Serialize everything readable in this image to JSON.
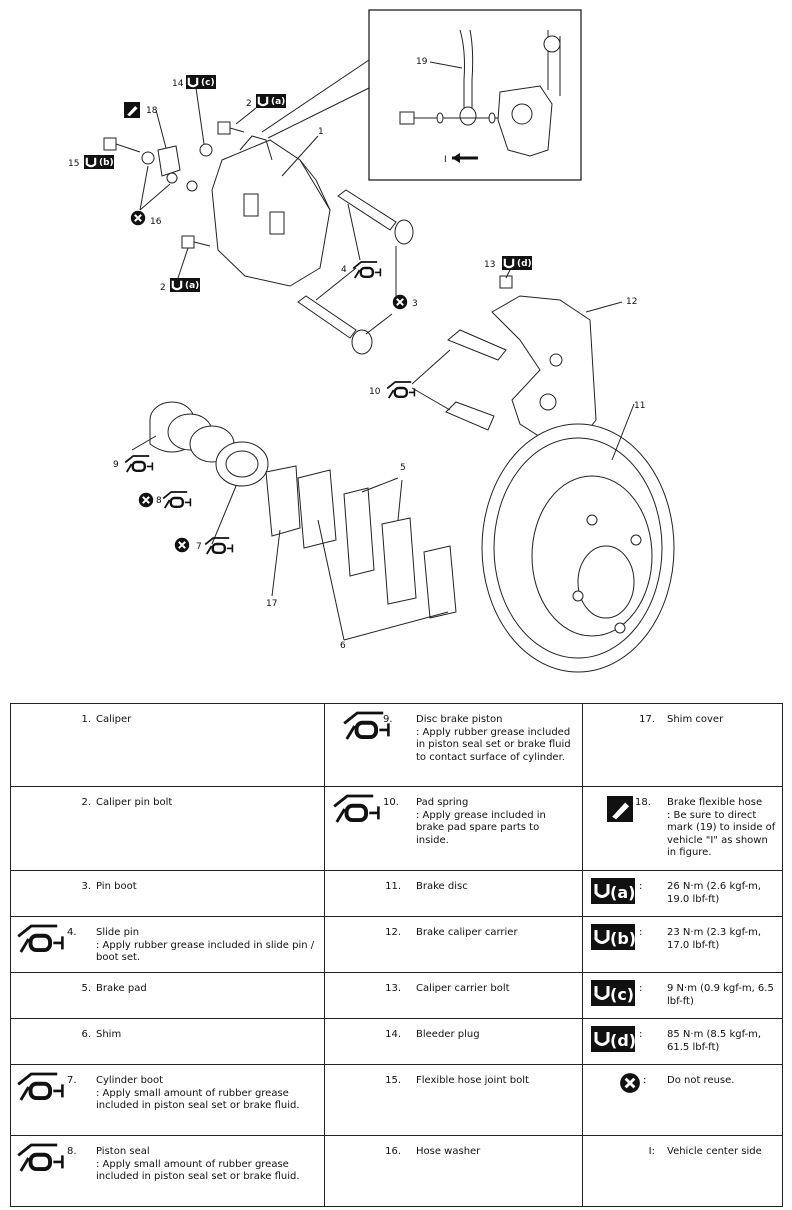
{
  "diagram": {
    "callouts": {
      "c1": "1",
      "c2a": "2",
      "c2b": "2",
      "c3": "3",
      "c4": "4",
      "c5": "5",
      "c6": "6",
      "c7": "7",
      "c8": "8",
      "c9": "9",
      "c10": "10",
      "c11": "11",
      "c12": "12",
      "c13": "13",
      "c14": "14",
      "c15": "15",
      "c16": "16",
      "c17": "17",
      "c18": "18",
      "c19": "19",
      "cI": "I"
    },
    "torque_letters": {
      "a": "(a)",
      "b": "(b)",
      "c": "(c)",
      "d": "(d)"
    }
  },
  "legend": {
    "row1": {
      "col1": {
        "num": "1.",
        "text": "Caliper"
      },
      "col2": {
        "num": "9.",
        "title": "Disc brake piston",
        "note": ": Apply rubber grease included in piston seal set or brake fluid to contact surface of cylinder."
      },
      "col3": {
        "num": "17.",
        "text": "Shim cover"
      }
    },
    "row2": {
      "col1": {
        "num": "2.",
        "text": "Caliper pin bolt"
      },
      "col2": {
        "num": "10.",
        "title": "Pad spring",
        "note": ": Apply grease included in brake pad spare parts to inside."
      },
      "col3": {
        "num": "18.",
        "title": "Brake flexible hose",
        "note": ": Be sure to direct mark (19) to inside of vehicle \"I\" as shown in figure."
      }
    },
    "row3": {
      "col1": {
        "num": "3.",
        "text": "Pin boot"
      },
      "col2": {
        "num": "11.",
        "text": "Brake disc"
      },
      "col3": {
        "letter": "(a)",
        "text": "26 N·m (2.6 kgf-m, 19.0 lbf-ft)"
      }
    },
    "row4": {
      "col1": {
        "num": "4.",
        "title": "Slide pin",
        "note": ": Apply rubber grease included in slide pin / boot set."
      },
      "col2": {
        "num": "12.",
        "text": "Brake caliper carrier"
      },
      "col3": {
        "letter": "(b)",
        "text": "23 N·m (2.3 kgf-m, 17.0 lbf-ft)"
      }
    },
    "row5": {
      "col1": {
        "num": "5.",
        "text": "Brake pad"
      },
      "col2": {
        "num": "13.",
        "text": "Caliper carrier bolt"
      },
      "col3": {
        "letter": "(c)",
        "text": "9 N·m (0.9 kgf-m, 6.5 lbf-ft)"
      }
    },
    "row6": {
      "col1": {
        "num": "6.",
        "text": "Shim"
      },
      "col2": {
        "num": "14.",
        "text": "Bleeder plug"
      },
      "col3": {
        "letter": "(d)",
        "text": "85 N·m (8.5 kgf-m, 61.5 lbf-ft)"
      }
    },
    "row7": {
      "col1": {
        "num": "7.",
        "title": "Cylinder boot",
        "note": ": Apply small amount of rubber grease included in piston seal set or brake fluid."
      },
      "col2": {
        "num": "15.",
        "text": "Flexible hose joint bolt"
      },
      "col3": {
        "text": "Do not reuse."
      }
    },
    "row8": {
      "col1": {
        "num": "8.",
        "title": "Piston seal",
        "note": ": Apply small amount of rubber grease included in piston seal set or brake fluid."
      },
      "col2": {
        "num": "16.",
        "text": "Hose washer"
      },
      "col3": {
        "num": "I:",
        "text": "Vehicle center side"
      }
    }
  }
}
